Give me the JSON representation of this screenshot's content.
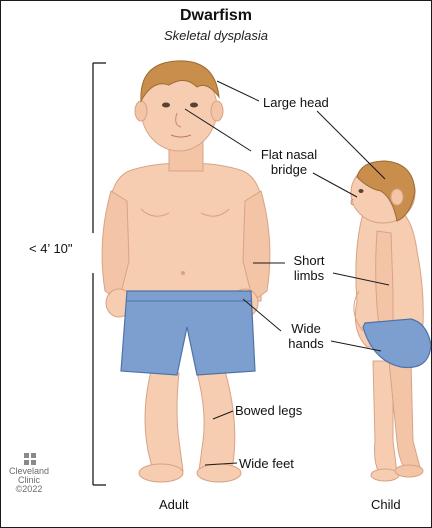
{
  "title": "Dwarfism",
  "subtitle": "Skeletal dysplasia",
  "height_label": "< 4’ 10\"",
  "labels": {
    "large_head": "Large head",
    "flat_nasal_bridge_1": "Flat nasal",
    "flat_nasal_bridge_2": "bridge",
    "short_limbs_1": "Short",
    "short_limbs_2": "limbs",
    "wide_hands_1": "Wide",
    "wide_hands_2": "hands",
    "bowed_legs": "Bowed legs",
    "wide_feet": "Wide feet"
  },
  "figures": {
    "adult": "Adult",
    "child": "Child"
  },
  "logo": {
    "line1": "Cleveland",
    "line2": "Clinic",
    "line3": "©2022",
    "icon": "cleveland-clinic-logo-icon"
  },
  "colors": {
    "skin": "#f6cdb1",
    "skin_shadow": "#e8ae90",
    "hair": "#c98d4c",
    "shorts": "#7d9fd0",
    "line": "#1a1a1a"
  }
}
